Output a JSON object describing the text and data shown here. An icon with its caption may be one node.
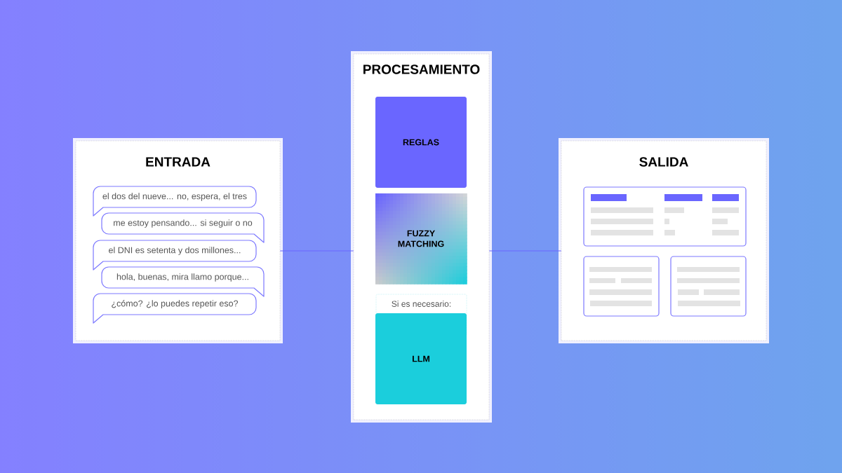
{
  "diagram": {
    "nodes": [
      {
        "text": [
          "ENTRADA"
        ]
      },
      {
        "text": [
          "el dos del nueve... no, espera, el tres"
        ],
        "in": 0
      },
      {
        "text": [
          "me estoy pensando... si seguir o no"
        ],
        "in": 0
      },
      {
        "text": [
          "el DNI es setenta y dos millones..."
        ],
        "in": 0
      },
      {
        "text": [
          "hola, buenas, mira llamo porque..."
        ],
        "in": 0
      },
      {
        "text": [
          "¿cómo? ¿lo puedes repetir eso?"
        ],
        "in": 0
      },
      {
        "text": [
          "PROCESAMIENTO"
        ]
      },
      {
        "text": [
          "REGLAS"
        ],
        "in": 6
      },
      {
        "text": [
          "FUZZY MATCHING"
        ],
        "in": 6
      },
      {
        "text": [
          "Si es necesario:"
        ],
        "in": 6
      },
      {
        "text": [
          "LLM"
        ],
        "in": 6
      },
      {
        "text": [
          "SALIDA"
        ]
      },
      {
        "text": [],
        "shape": "box",
        "in": 11
      },
      {
        "text": [],
        "shape": "box",
        "in": 11
      },
      {
        "text": [],
        "shape": "box",
        "in": 11
      }
    ],
    "edges": [
      {
        "from": 0,
        "to": 6,
        "arrow": "none"
      },
      {
        "from": 6,
        "to": 11,
        "arrow": "none"
      }
    ]
  }
}
